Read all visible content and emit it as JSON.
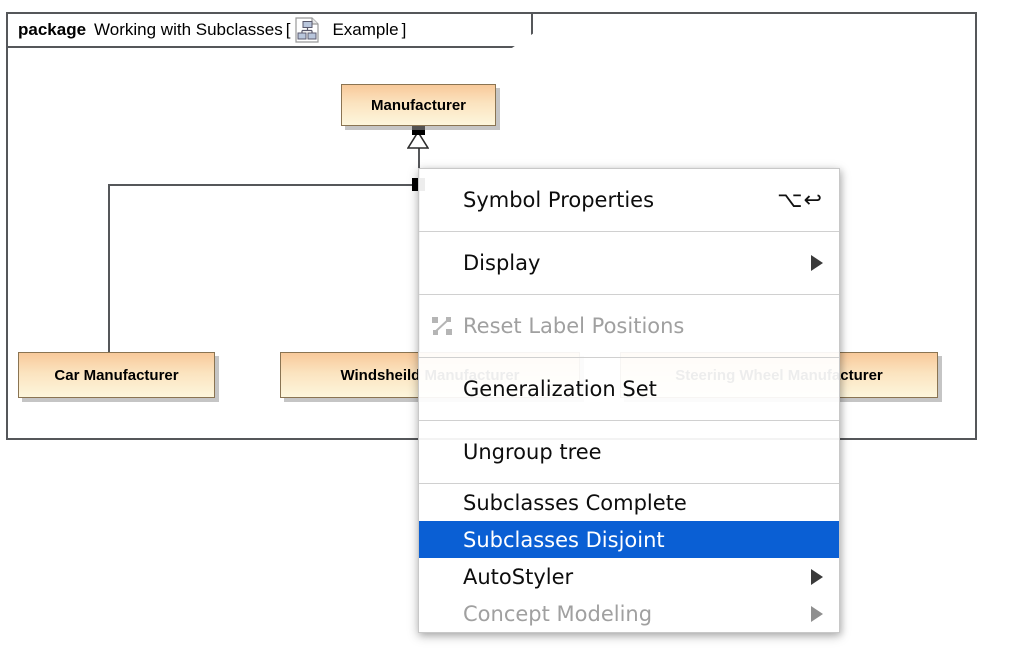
{
  "diagram": {
    "package": {
      "keyword": "package",
      "name": "Working with Subclasses",
      "bracket_open": "[",
      "bracket_close": "]",
      "diagram_label": "Example",
      "diagram_icon": "class-diagram-icon",
      "border_color": "#55575a"
    },
    "classes": [
      {
        "id": "manufacturer",
        "name": "Manufacturer"
      },
      {
        "id": "car",
        "name": "Car Manufacturer"
      },
      {
        "id": "windsheild",
        "name": "Windsheild Manufacturer"
      },
      {
        "id": "steering",
        "name": "Steering Wheel Manufacturer"
      }
    ],
    "relationship": {
      "type": "generalization-tree",
      "parent": "Manufacturer",
      "children": [
        "Car Manufacturer",
        "Windsheild Manufacturer",
        "Steering Wheel Manufacturer"
      ]
    },
    "colors": {
      "class_fill_start": "#f8c99a",
      "class_fill_end": "#fdf6dc",
      "class_border": "#8a7452",
      "line": "#55575a"
    }
  },
  "context_menu": {
    "highlight_color": "#0a5fd4",
    "items": [
      {
        "label": "Symbol Properties",
        "shortcut": "⌥↩",
        "enabled": true,
        "submenu": false,
        "icon": null,
        "selected": false
      },
      {
        "label": "Display",
        "shortcut": "",
        "enabled": true,
        "submenu": true,
        "icon": null,
        "selected": false
      },
      {
        "label": "Reset Label Positions",
        "shortcut": "",
        "enabled": false,
        "submenu": false,
        "icon": "reset-label-positions-icon",
        "selected": false
      },
      {
        "label": "Generalization Set",
        "shortcut": "",
        "enabled": true,
        "submenu": false,
        "icon": null,
        "selected": false
      },
      {
        "label": "Ungroup tree",
        "shortcut": "",
        "enabled": true,
        "submenu": false,
        "icon": null,
        "selected": false
      },
      {
        "label": "Subclasses Complete",
        "shortcut": "",
        "enabled": true,
        "submenu": false,
        "icon": null,
        "selected": false
      },
      {
        "label": "Subclasses Disjoint",
        "shortcut": "",
        "enabled": true,
        "submenu": false,
        "icon": null,
        "selected": true
      },
      {
        "label": "AutoStyler",
        "shortcut": "",
        "enabled": true,
        "submenu": true,
        "icon": null,
        "selected": false
      },
      {
        "label": "Concept Modeling",
        "shortcut": "",
        "enabled": false,
        "submenu": true,
        "icon": null,
        "selected": false
      }
    ]
  }
}
